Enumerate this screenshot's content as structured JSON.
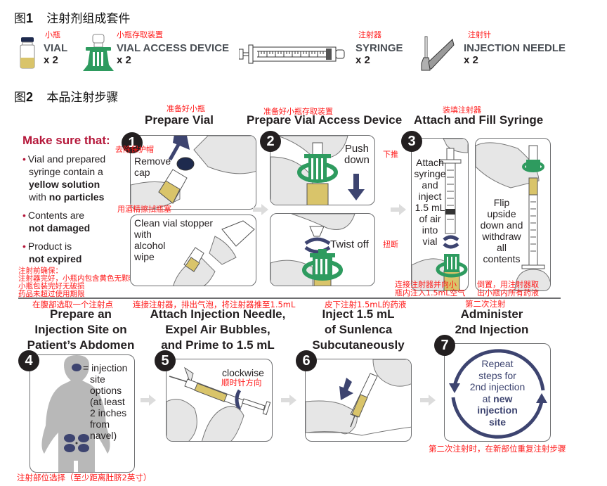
{
  "figure1": {
    "prefix": "图",
    "number": "1",
    "title": "注射剂组成套件",
    "items": [
      {
        "name_cn": "小瓶",
        "name_en": "VIAL",
        "qty": "x 2",
        "icon": "vial-icon"
      },
      {
        "name_cn": "小瓶存取装置",
        "name_en": "VIAL ACCESS DEVICE",
        "qty": "x 2",
        "icon": "vial-access-device-icon"
      },
      {
        "name_cn": "注射器",
        "name_en": "SYRINGE",
        "qty": "x 2",
        "icon": "syringe-icon"
      },
      {
        "name_cn": "注射针",
        "name_en": "INJECTION NEEDLE",
        "qty": "x 2",
        "icon": "injection-needle-icon"
      }
    ]
  },
  "figure2": {
    "prefix": "图",
    "number": "2",
    "title": "本品注射步骤"
  },
  "checklist": {
    "heading": "Make sure that:",
    "bullets": [
      {
        "lines": [
          "Vial and prepared",
          "syringe contain a",
          "yellow solution",
          "with no particles"
        ]
      },
      {
        "lines": [
          "Contents are",
          "not damaged"
        ]
      },
      {
        "lines": [
          "Product is",
          "not expired"
        ]
      }
    ],
    "b1_l1": "Vial and prepared",
    "b1_l2": "syringe contain a",
    "b1_l3": "yellow solution",
    "b1_l4a": "with ",
    "b1_l4b": "no particles",
    "b2_l1": "Contents are",
    "b2_l2": "not damaged",
    "b3_l1": "Product is",
    "b3_l2": "not expired",
    "cn_note": [
      "注射前确保：",
      "注射器完好，小瓶内包含黄色无颗粒溶液",
      "小瓶包装完好无破损",
      "药品未超过使用期限"
    ]
  },
  "steps": [
    {
      "number": "1",
      "heading": "Prepare Vial",
      "heading_cn": "准备好小瓶",
      "panels": [
        {
          "text": [
            "Remove",
            "cap"
          ],
          "cn": "去除保护帽"
        },
        {
          "text": [
            "Clean vial stopper",
            "with",
            "alcohol",
            "wipe"
          ],
          "cn": "用酒精擦拭瓶塞"
        }
      ]
    },
    {
      "number": "2",
      "heading": "Prepare Vial Access Device",
      "heading_cn": "准备好小瓶存取装置",
      "panels": [
        {
          "text": [
            "Push",
            "down"
          ],
          "cn": "下推"
        },
        {
          "text": [
            "Twist off"
          ],
          "cn": "扭断"
        }
      ]
    },
    {
      "number": "3",
      "heading": "Attach and Fill Syringe",
      "heading_cn": "装填注射器",
      "panels": [
        {
          "text": [
            "Attach",
            "syringe",
            "and",
            "inject",
            "1.5 mL",
            "of air",
            "into",
            "vial"
          ],
          "cn": [
            "连接注射器并向小",
            "瓶内注入1.5mL空气"
          ]
        },
        {
          "text": [
            "Flip",
            "upside",
            "down and",
            "withdraw",
            "all",
            "contents"
          ],
          "cn": [
            "倒置，用注射器取",
            "出小瓶内所有药液"
          ]
        }
      ]
    },
    {
      "number": "4",
      "heading": [
        "Prepare an",
        "Injection Site on",
        "Patient’s Abdomen"
      ],
      "heading_cn": "在腹部选取一个注射点",
      "legend": [
        "= injection",
        "site",
        "options",
        "(at least",
        "2 inches",
        "from",
        "navel)"
      ],
      "cn": "注射部位选择（至少距离肚脐2英寸）"
    },
    {
      "number": "5",
      "heading": [
        "Attach Injection Needle,",
        "Expel Air Bubbles,",
        "and Prime to 1.5 mL"
      ],
      "heading_cn": "连接注射器，排出气泡，将注射器推至1.5mL",
      "label": "clockwise",
      "label_cn": "顺时针方向"
    },
    {
      "number": "6",
      "heading": [
        "Inject 1.5 mL",
        "of Sunlenca",
        "Subcutaneously"
      ],
      "heading_cn": "皮下注射1.5mL的药液"
    },
    {
      "number": "7",
      "heading": [
        "Administer",
        "2nd Injection"
      ],
      "heading_cn": "第二次注射",
      "text_normal": [
        "Repeat",
        "steps for",
        "2nd injection",
        "at "
      ],
      "text_bold_inline": "new",
      "text_bold": [
        "injection",
        "site"
      ],
      "cn": "第二次注射时，在新部位重复注射步骤"
    }
  ],
  "colors": {
    "accent_red": "#ff1a1a",
    "heading_crimson": "#b5173a",
    "device_green": "#2e9b5f",
    "solution_yellow": "#d9c46a",
    "arrow_navy": "#3d4470",
    "outline_gray": "#6d6e70"
  }
}
